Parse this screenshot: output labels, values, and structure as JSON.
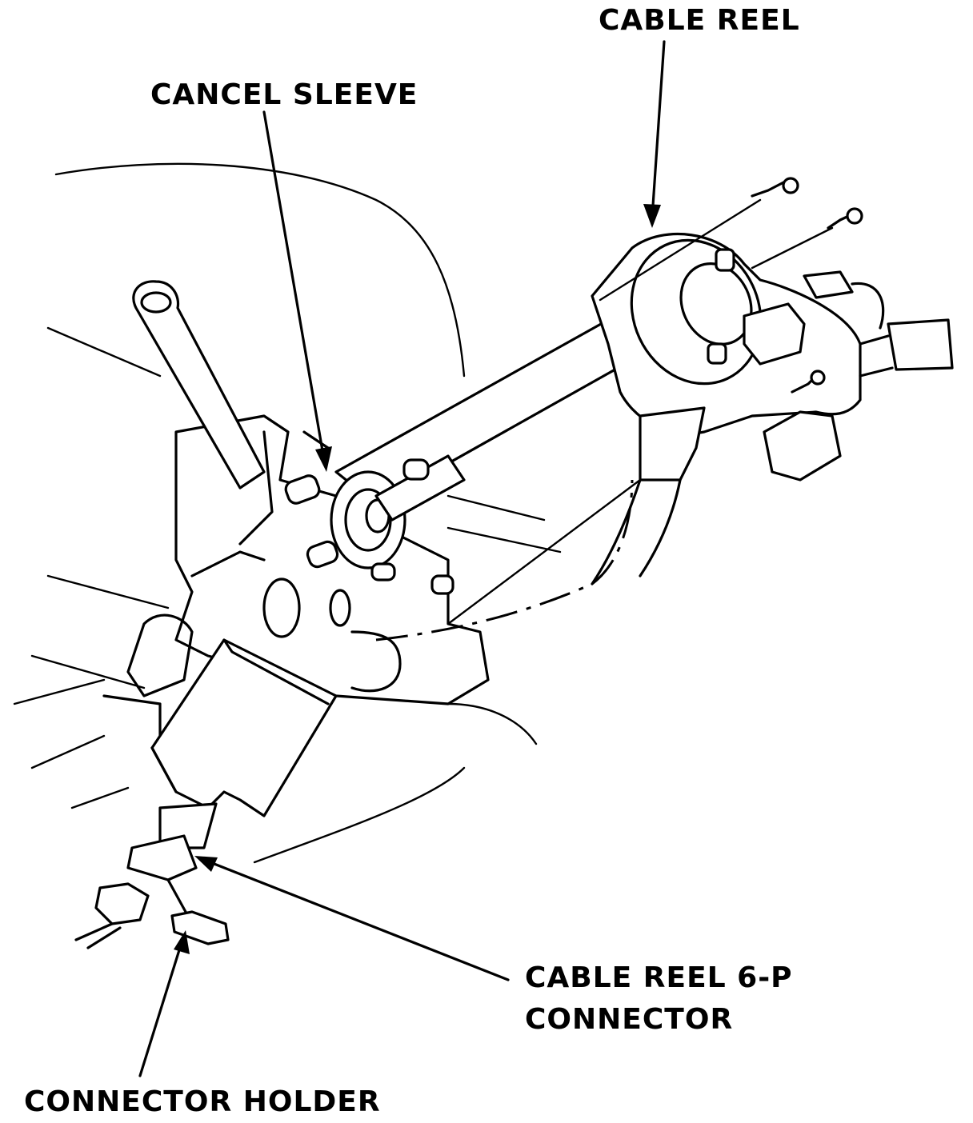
{
  "labels": {
    "cable_reel": "CABLE REEL",
    "cancel_sleeve": "CANCEL SLEEVE",
    "connector_6p_line1": "CABLE REEL 6-P",
    "connector_6p_line2": "CONNECTOR",
    "connector_holder": "CONNECTOR HOLDER"
  }
}
